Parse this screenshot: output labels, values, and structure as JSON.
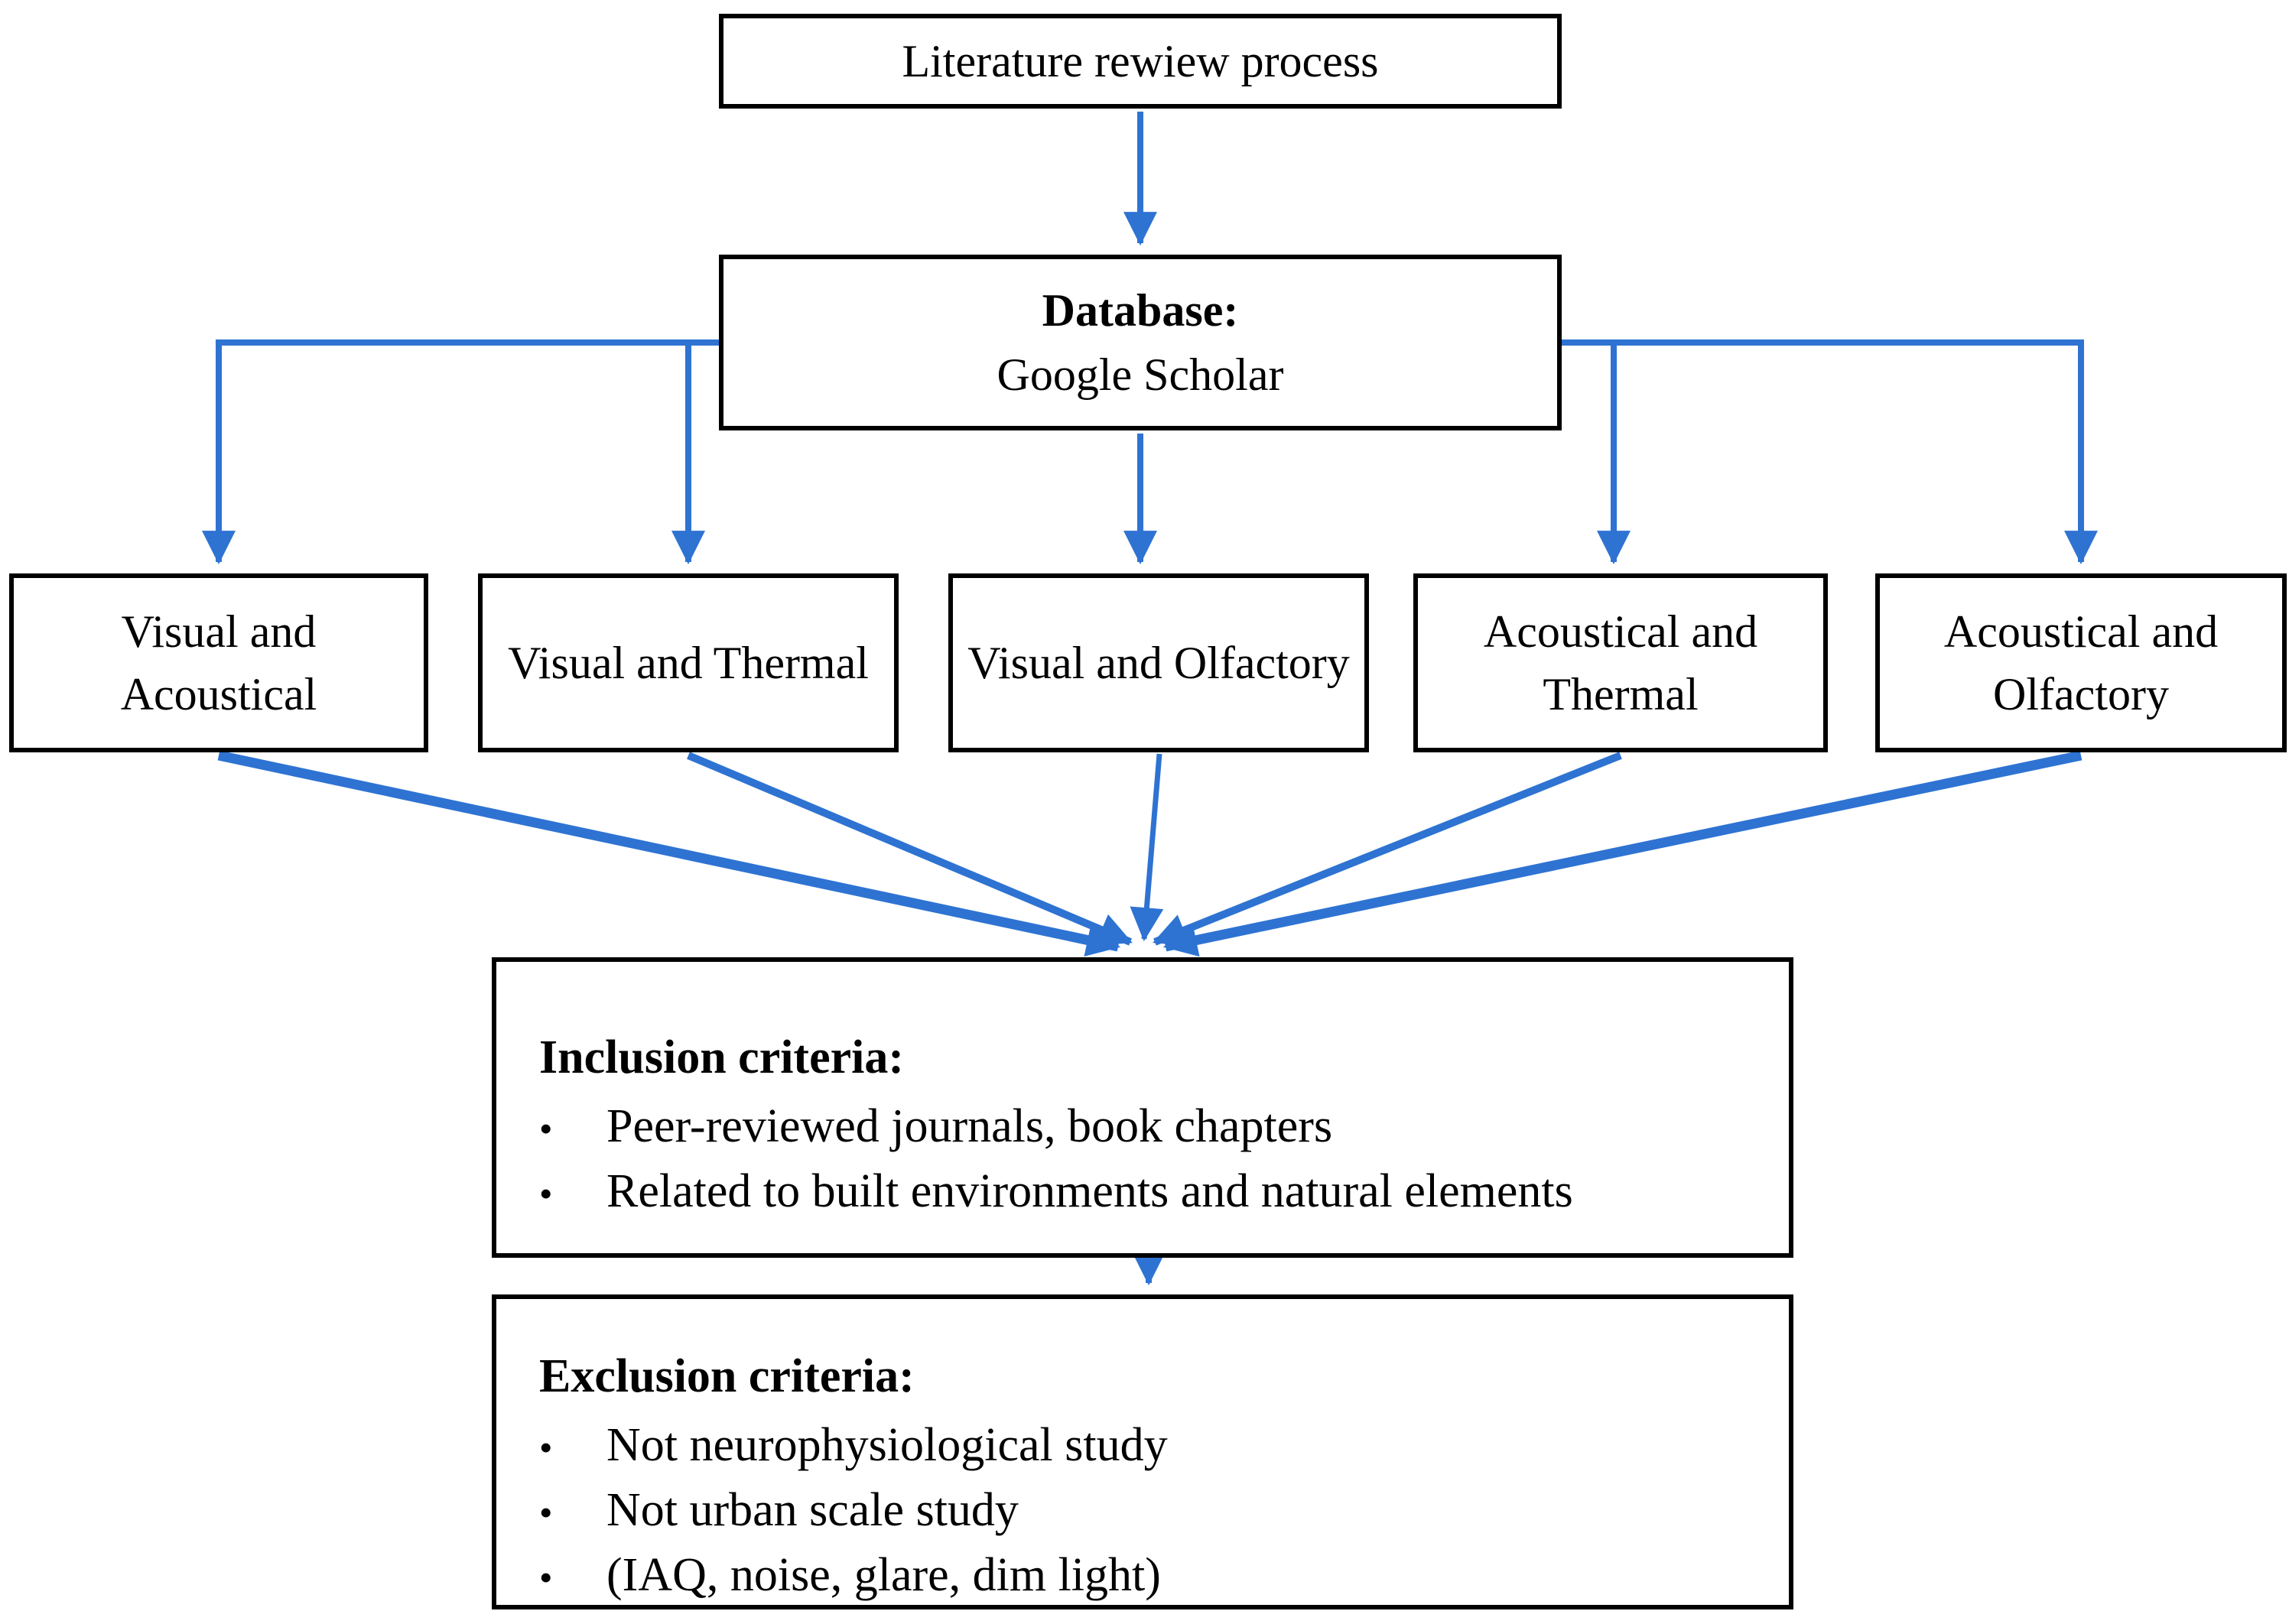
{
  "diagram": {
    "title": "Literature rewiew process",
    "database": {
      "heading": "Database:",
      "name": "Google Scholar"
    },
    "categories": [
      {
        "label": "Visual and Acoustical"
      },
      {
        "label": "Visual and Thermal"
      },
      {
        "label": "Visual and Olfactory"
      },
      {
        "label": "Acoustical and Thermal"
      },
      {
        "label": "Acoustical and Olfactory"
      }
    ],
    "inclusion": {
      "heading": "Inclusion criteria:",
      "items": [
        "Peer-reviewed journals, book chapters",
        "Related to built environments and natural elements"
      ]
    },
    "exclusion": {
      "heading": "Exclusion criteria:",
      "items": [
        "Not neurophysiological study",
        "Not urban scale study",
        "(IAQ, noise, glare, dim light)"
      ]
    },
    "bullet_char": "•",
    "colors": {
      "arrow_blue": "#2E73D2",
      "box_border": "#000000",
      "background": "#FFFFFF",
      "text": "#000000"
    }
  }
}
